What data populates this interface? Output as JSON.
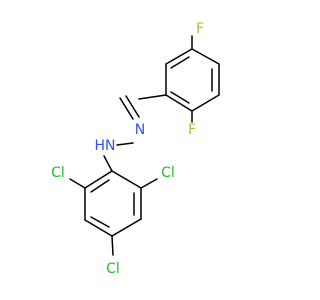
{
  "molecule": {
    "atoms": {
      "f_top": {
        "symbol": "F",
        "color": "#90d030"
      },
      "f_ortho": {
        "symbol": "F",
        "color": "#90d030"
      },
      "n_imine": {
        "symbol": "N",
        "color": "#3050f8"
      },
      "nh_amine": {
        "symbol": "HN",
        "color": "#3050f8"
      },
      "cl_right": {
        "symbol": "Cl",
        "color": "#20c020"
      },
      "cl_left": {
        "symbol": "Cl",
        "color": "#20c020"
      },
      "cl_bottom": {
        "symbol": "Cl",
        "color": "#20c020"
      }
    },
    "bond_color": "#000000",
    "background": "#ffffff"
  }
}
